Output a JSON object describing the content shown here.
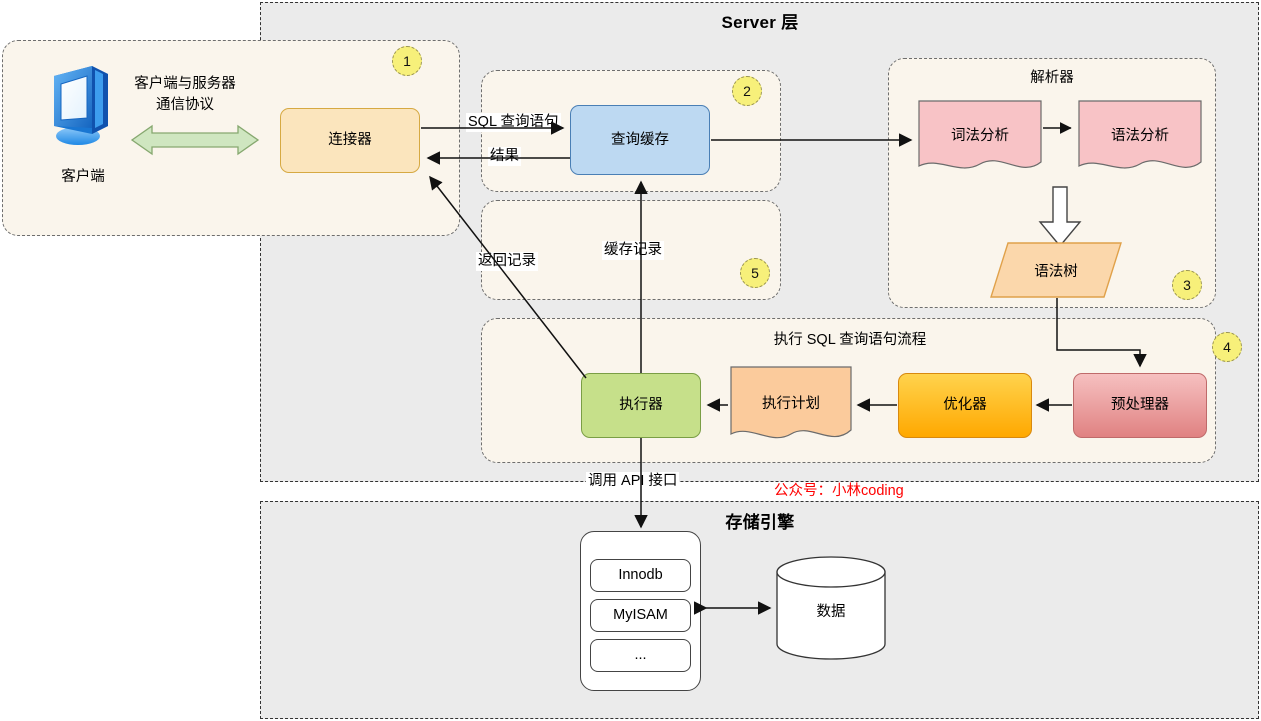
{
  "layers": {
    "server": {
      "title": "Server 层"
    },
    "storage": {
      "title": "存储引擎"
    }
  },
  "groups": {
    "client": {
      "badge": "1"
    },
    "cache": {
      "badge": "2"
    },
    "parser": {
      "title": "解析器",
      "badge": "3"
    },
    "execflow": {
      "title": "执行 SQL 查询语句流程",
      "badge": "4"
    },
    "cacherec": {
      "badge": "5"
    }
  },
  "nodes": {
    "connector": "连接器",
    "query_cache": "查询缓存",
    "lexical": "词法分析",
    "syntax": "语法分析",
    "syntax_tree": "语法树",
    "preprocessor": "预处理器",
    "optimizer": "优化器",
    "exec_plan": "执行计划",
    "executor": "执行器",
    "engine_innodb": "Innodb",
    "engine_myisam": "MyISAM",
    "engine_more": "...",
    "data": "数据"
  },
  "labels": {
    "client_name": "客户端",
    "protocol_line1": "客户端与服务器",
    "protocol_line2": "通信协议",
    "sql_query": "SQL 查询语句",
    "result": "结果",
    "return_record": "返回记录",
    "cache_record": "缓存记录",
    "call_api": "调用 API 接口"
  },
  "watermark": "公众号：小林coding",
  "colors": {
    "layer_bg": "#ebebeb",
    "group_bg": "#faf5ec",
    "badge": "#f7f07a",
    "connector": "#fbe5bd",
    "query_cache": "#bdd9f2",
    "executor": "#c6e08a",
    "optimizer": "#ffa800",
    "preprocessor": "#e08282",
    "document": "#f8c3c6",
    "plan": "#fbcb9c",
    "tree": "#fbd7ab",
    "watermark": "#ff0000",
    "protocol_arrow": "#cfe6c0"
  }
}
